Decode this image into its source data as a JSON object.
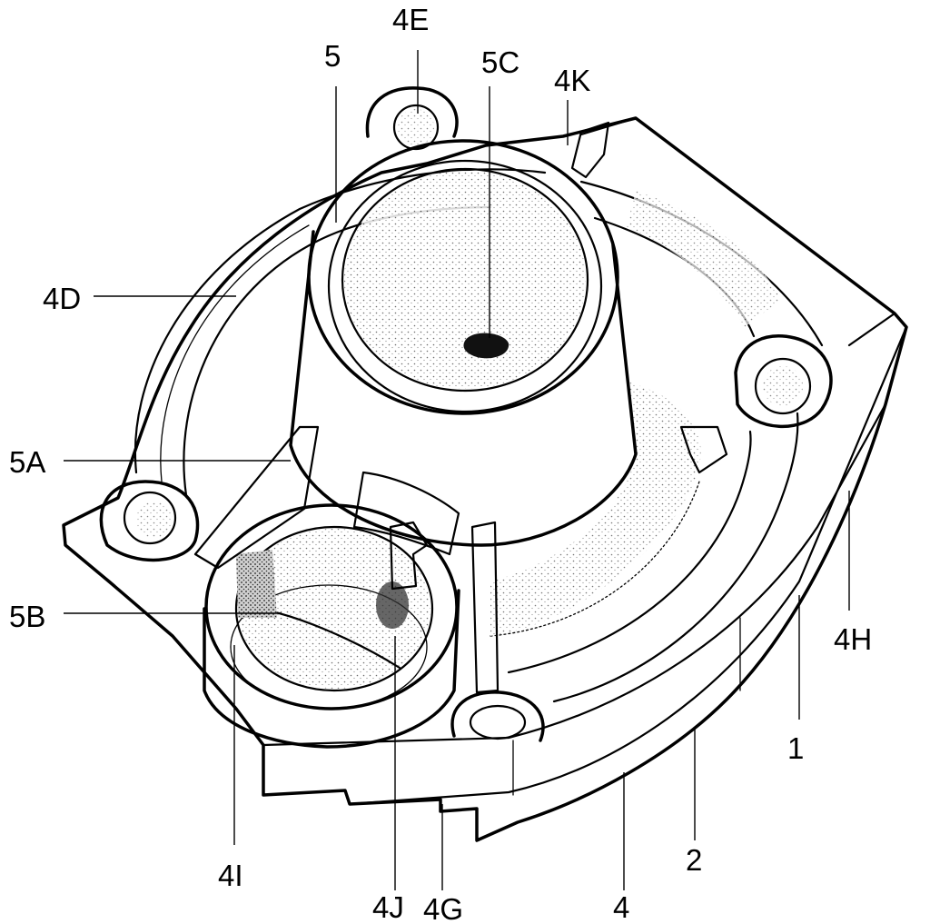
{
  "labels": {
    "l_4E": "4E",
    "l_5": "5",
    "l_5C": "5C",
    "l_4K": "4K",
    "l_4D": "4D",
    "l_5A": "5A",
    "l_5B": "5B",
    "l_4H": "4H",
    "l_1": "1",
    "l_2": "2",
    "l_4": "4",
    "l_4I": "4I",
    "l_4J": "4J",
    "l_4G": "4G"
  }
}
